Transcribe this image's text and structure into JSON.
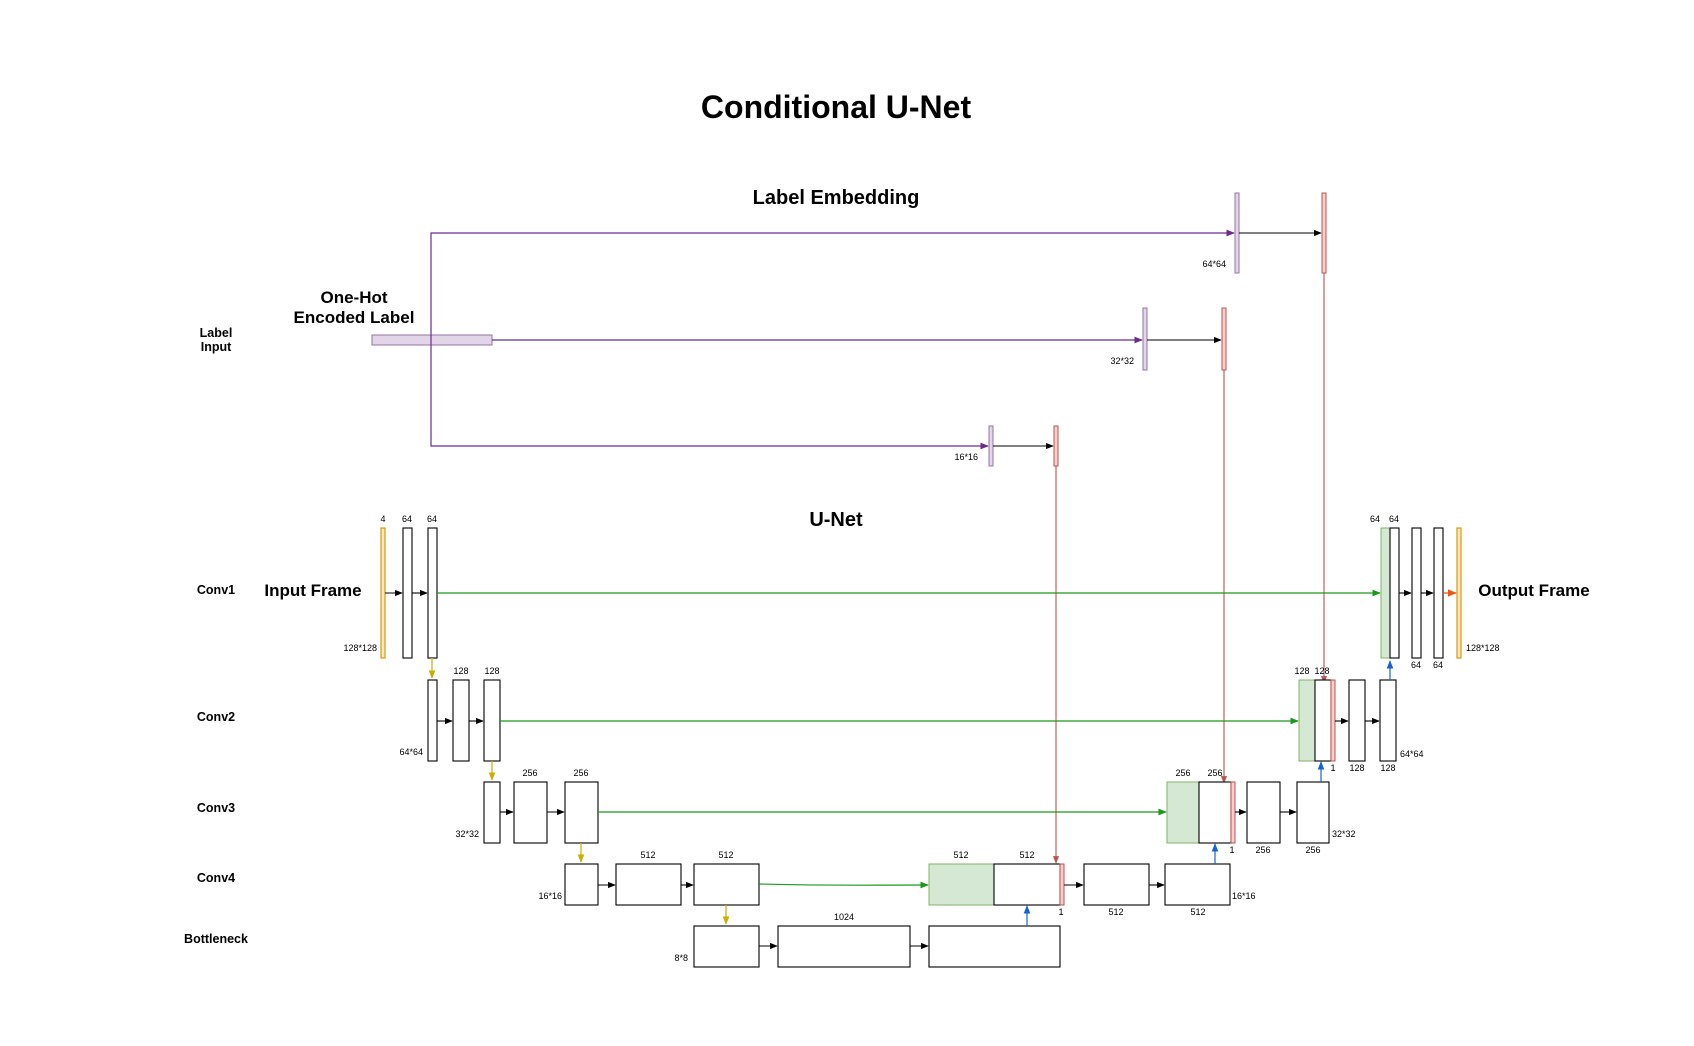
{
  "title": "Conditional U-Net",
  "sections": {
    "label_embedding": "Label Embedding",
    "unet": "U-Net"
  },
  "row_labels": {
    "label_input": [
      "Label",
      "Input"
    ],
    "conv1": "Conv1",
    "conv2": "Conv2",
    "conv3": "Conv3",
    "conv4": "Conv4",
    "bottleneck": "Bottleneck"
  },
  "io": {
    "one_hot": [
      "One-Hot",
      "Encoded Label"
    ],
    "input_frame": "Input Frame",
    "output_frame": "Output Frame"
  },
  "embed_sizes": {
    "e64": "64*64",
    "e32": "32*32",
    "e16": "16*16"
  },
  "enc": {
    "c1": {
      "in_ch": "4",
      "ch_a": "64",
      "ch_b": "64",
      "size": "128*128"
    },
    "c2": {
      "ch_a": "128",
      "ch_b": "128",
      "size": "64*64"
    },
    "c3": {
      "ch_a": "256",
      "ch_b": "256",
      "size": "32*32"
    },
    "c4": {
      "ch_a": "512",
      "ch_b": "512",
      "size": "16*16"
    },
    "bn": {
      "ch": "1024",
      "size": "8*8"
    }
  },
  "dec": {
    "c4": {
      "skip_ch": "512",
      "up_ch": "512",
      "label_ch": "1",
      "out_a": "512",
      "out_b": "512",
      "size": "16*16"
    },
    "c3": {
      "skip_ch": "256",
      "up_ch": "256",
      "label_ch": "1",
      "out_a": "256",
      "out_b": "256",
      "size": "32*32"
    },
    "c2": {
      "skip_ch": "128",
      "up_ch": "128",
      "label_ch": "1",
      "out_a": "128",
      "out_b": "128",
      "size": "64*64"
    },
    "c1": {
      "skip_ch": "64",
      "up_ch": "64",
      "out_a": "64",
      "out_b": "64",
      "size": "128*128"
    }
  },
  "colors": {
    "purple": "#6a2c91",
    "label_fill": "#e1d5e7",
    "label_stroke": "#9673a6",
    "red": "#b85450",
    "red_fill": "#f8cecc",
    "green": "#1a9a1a",
    "green_fill": "#d5e8d4",
    "green_stroke": "#82b366",
    "orange_stroke": "#d79b00",
    "orange_fill": "#ffe6cc",
    "yellow_arrow": "#c7b000",
    "blue_arrow": "#1464d8",
    "out_arrow": "#e85a12"
  }
}
